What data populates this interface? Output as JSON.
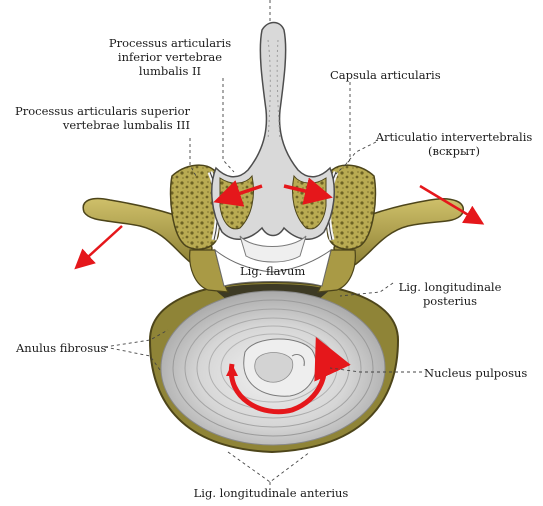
{
  "labels": {
    "proc_inferior": [
      "Processus articularis",
      "inferior vertebrae",
      "lumbalis II"
    ],
    "proc_superior": [
      "Processus articularis superior",
      "vertebrae lumbalis III"
    ],
    "capsula": "Capsula articularis",
    "articulatio": [
      "Articulatio intervertebralis",
      "(вскрыт)"
    ],
    "lig_flavum": "Lig. flavum",
    "lig_post": [
      "Lig. longitudinale",
      "posterius"
    ],
    "anulus": "Anulus fibrosus",
    "nucleus": "Nucleus pulposus",
    "lig_ant": "Lig. longitudinale anterius"
  },
  "colors": {
    "bone_yellow": "#b7a744",
    "bone_dark": "#5f5520",
    "cancellous": "#bfb15a",
    "cartilage": "#e6e6e6",
    "disc_gray": "#c9c9c9",
    "arrow_red": "#e5171b",
    "leader": "#444444"
  },
  "icons": [
    "motion-arrow-icon",
    "rotation-arrow-icon"
  ]
}
